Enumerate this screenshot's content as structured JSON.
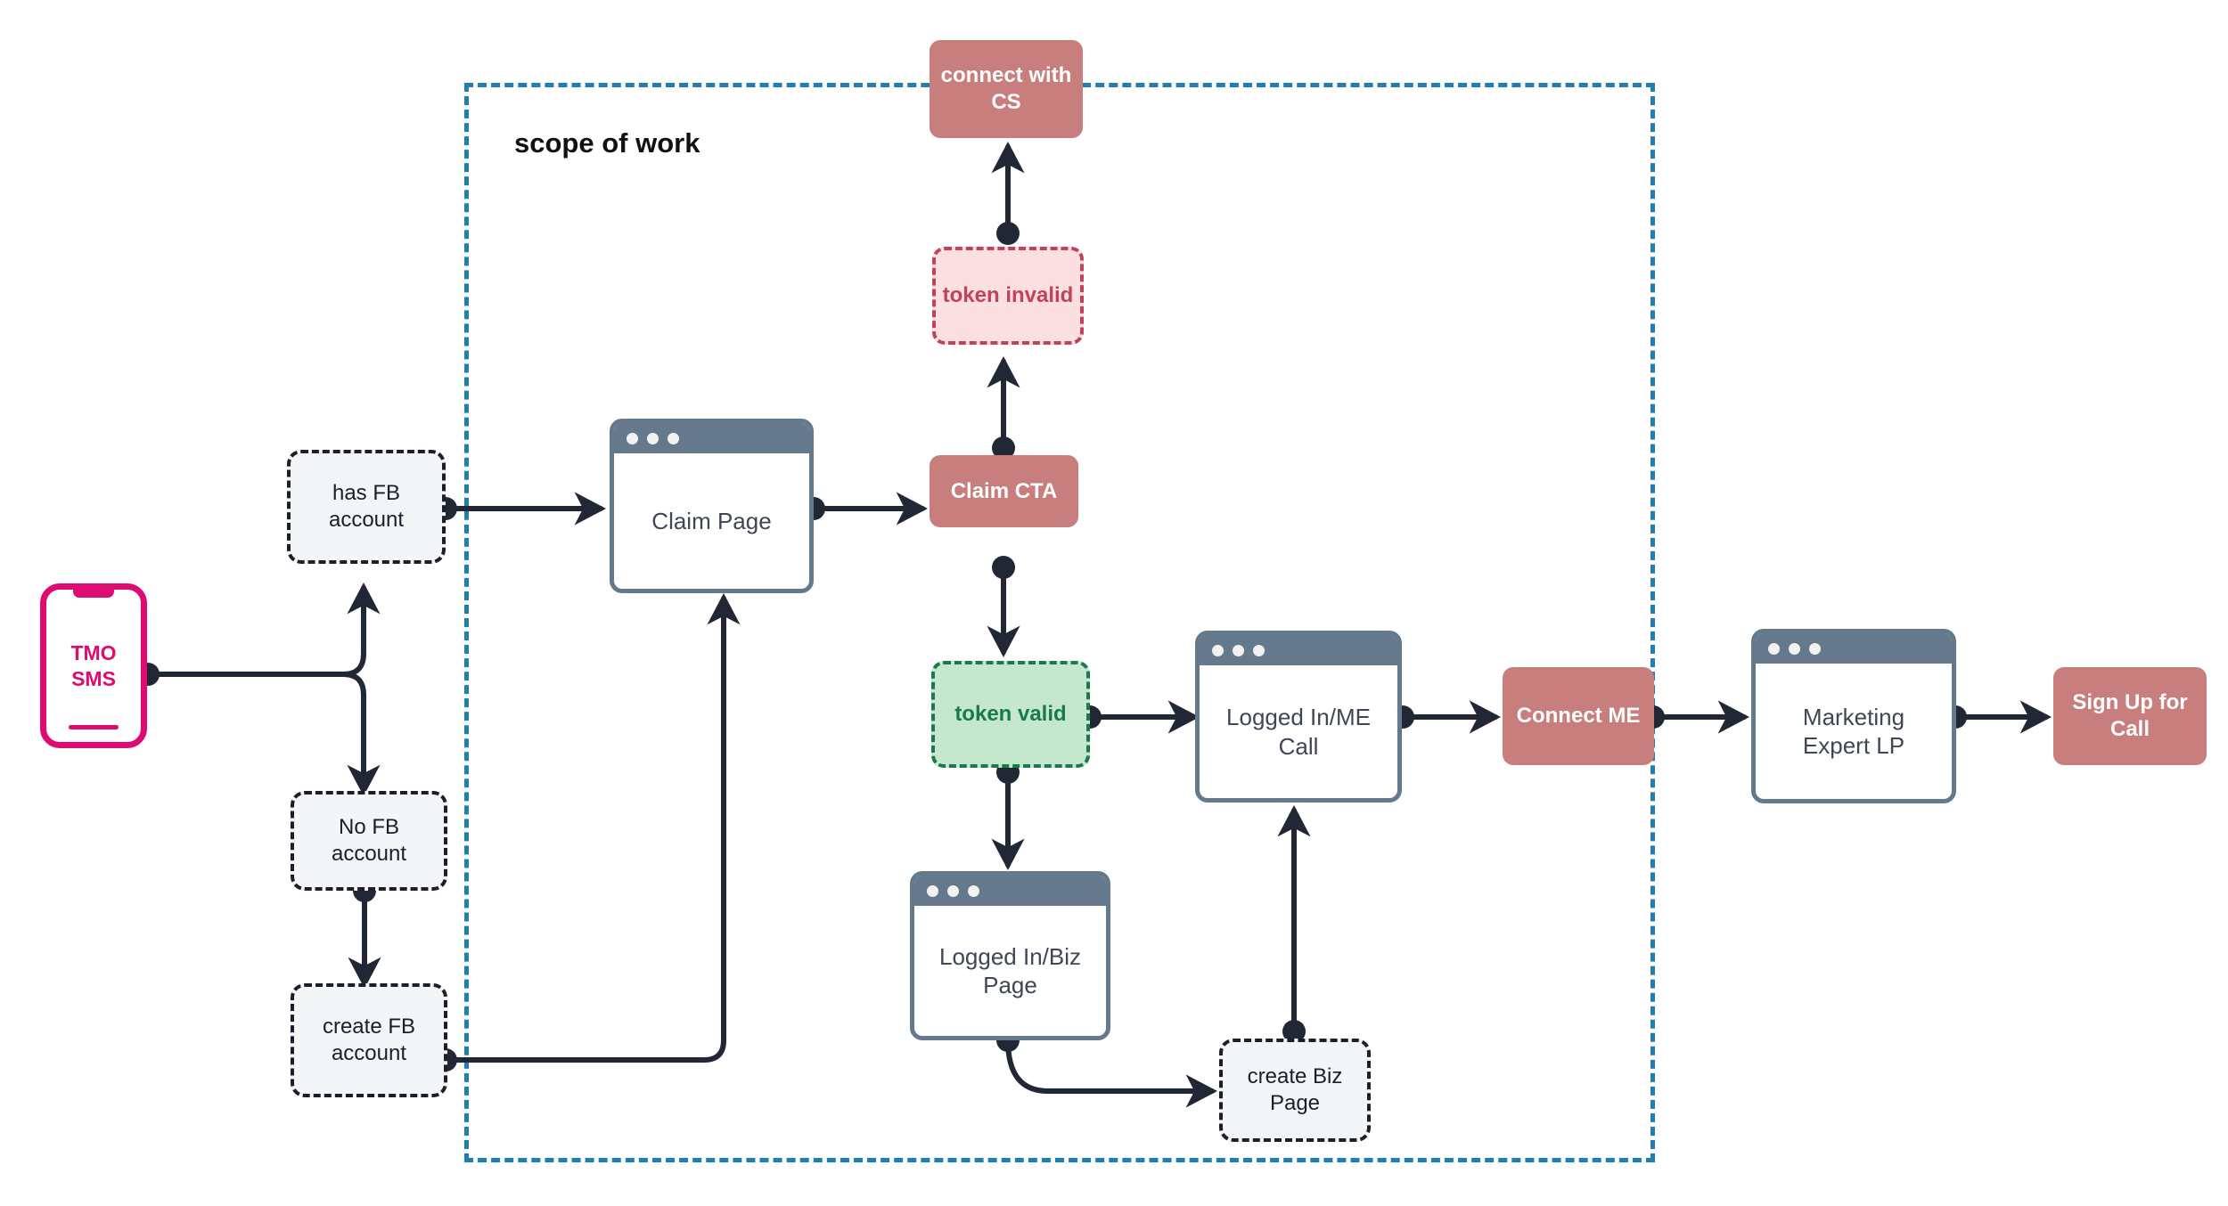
{
  "diagram": {
    "title": "scope of work",
    "scope_label": "scope of work",
    "colors": {
      "scope_border": "#1f7fb5",
      "action_node": "#c97e7e",
      "state_node_bg": "#f4f5f6",
      "state_node_border": "#1c1f2b",
      "invalid_bg": "#fbdfe1",
      "invalid_fg": "#c3425b",
      "valid_bg": "#c4e7ce",
      "valid_fg": "#197a4b",
      "browser_chrome": "#64798c",
      "browser_text": "#3d4756",
      "phone_accent": "#dd0b72",
      "edge": "#222735"
    },
    "nodes": [
      {
        "id": "tmo-sms",
        "label": "TMO\nSMS",
        "type": "phone"
      },
      {
        "id": "has-fb-account",
        "label": "has FB\naccount",
        "type": "state"
      },
      {
        "id": "no-fb-account",
        "label": "No FB\naccount",
        "type": "state"
      },
      {
        "id": "create-fb-account",
        "label": "create FB\naccount",
        "type": "state"
      },
      {
        "id": "claim-page",
        "label": "Claim Page",
        "type": "browser"
      },
      {
        "id": "claim-cta",
        "label": "Claim CTA",
        "type": "action"
      },
      {
        "id": "token-invalid",
        "label": "token invalid",
        "type": "invalid"
      },
      {
        "id": "connect-with-cs",
        "label": "connect with\nCS",
        "type": "action"
      },
      {
        "id": "token-valid",
        "label": "token valid",
        "type": "valid"
      },
      {
        "id": "logged-in-biz-page",
        "label": "Logged In/Biz\nPage",
        "type": "browser"
      },
      {
        "id": "create-biz-page",
        "label": "create Biz\nPage",
        "type": "state"
      },
      {
        "id": "logged-in-me-call",
        "label": "Logged In/ME\nCall",
        "type": "browser"
      },
      {
        "id": "connect-me",
        "label": "Connect ME",
        "type": "action"
      },
      {
        "id": "marketing-expert-lp",
        "label": "Marketing\nExpert LP",
        "type": "browser"
      },
      {
        "id": "sign-up-for-call",
        "label": "Sign Up for\nCall",
        "type": "action"
      }
    ],
    "edges": [
      {
        "from": "tmo-sms",
        "to": "has-fb-account"
      },
      {
        "from": "tmo-sms",
        "to": "no-fb-account"
      },
      {
        "from": "has-fb-account",
        "to": "claim-page"
      },
      {
        "from": "no-fb-account",
        "to": "create-fb-account"
      },
      {
        "from": "create-fb-account",
        "to": "claim-page"
      },
      {
        "from": "claim-page",
        "to": "claim-cta"
      },
      {
        "from": "claim-cta",
        "to": "token-invalid"
      },
      {
        "from": "token-invalid",
        "to": "connect-with-cs"
      },
      {
        "from": "claim-cta",
        "to": "token-valid"
      },
      {
        "from": "token-valid",
        "to": "logged-in-me-call"
      },
      {
        "from": "token-valid",
        "to": "logged-in-biz-page"
      },
      {
        "from": "logged-in-biz-page",
        "to": "create-biz-page"
      },
      {
        "from": "create-biz-page",
        "to": "logged-in-me-call"
      },
      {
        "from": "logged-in-me-call",
        "to": "connect-me"
      },
      {
        "from": "connect-me",
        "to": "marketing-expert-lp"
      },
      {
        "from": "marketing-expert-lp",
        "to": "sign-up-for-call"
      }
    ]
  },
  "labels": {
    "tmo_sms": "TMO\nSMS",
    "has_fb_account": "has FB\naccount",
    "no_fb_account": "No FB\naccount",
    "create_fb_account": "create FB\naccount",
    "claim_page": "Claim Page",
    "claim_cta": "Claim CTA",
    "token_invalid": "token invalid",
    "connect_with_cs": "connect with\nCS",
    "token_valid": "token valid",
    "logged_in_biz_page": "Logged In/Biz\nPage",
    "create_biz_page": "create Biz\nPage",
    "logged_in_me_call": "Logged In/ME\nCall",
    "connect_me": "Connect ME",
    "marketing_expert_lp": "Marketing\nExpert LP",
    "sign_up_for_call": "Sign Up for\nCall",
    "scope_of_work": "scope of work"
  }
}
